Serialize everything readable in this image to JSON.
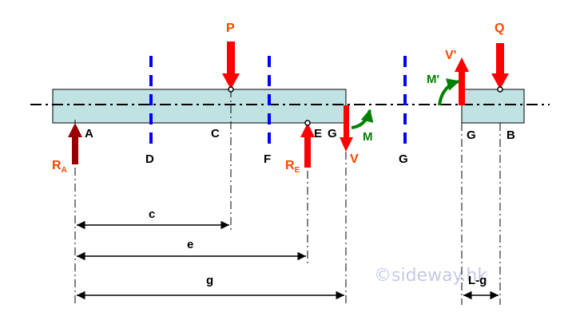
{
  "colors": {
    "beam_fill": "#bfe3e3",
    "force": "#ff0000",
    "force_label": "#ff4400",
    "moment": "#008000",
    "section_line": "#0000ff",
    "dim_line": "#000000",
    "watermark": "#c8c8e6"
  },
  "points": {
    "A": "A",
    "C": "C",
    "D": "D",
    "E": "E",
    "F": "F",
    "G1": "G",
    "G2": "G",
    "G3": "G",
    "B": "B"
  },
  "forces": {
    "P": "P",
    "Q": "Q",
    "RA_main": "R",
    "RA_sub": "A",
    "RE_main": "R",
    "RE_sub": "E",
    "V": "V",
    "V_prime": "V'",
    "M": "M",
    "M_prime": "M'"
  },
  "dimensions": {
    "c": "c",
    "e": "e",
    "g": "g",
    "L_minus_g": "L-g"
  },
  "watermark": "©sideway.hk"
}
